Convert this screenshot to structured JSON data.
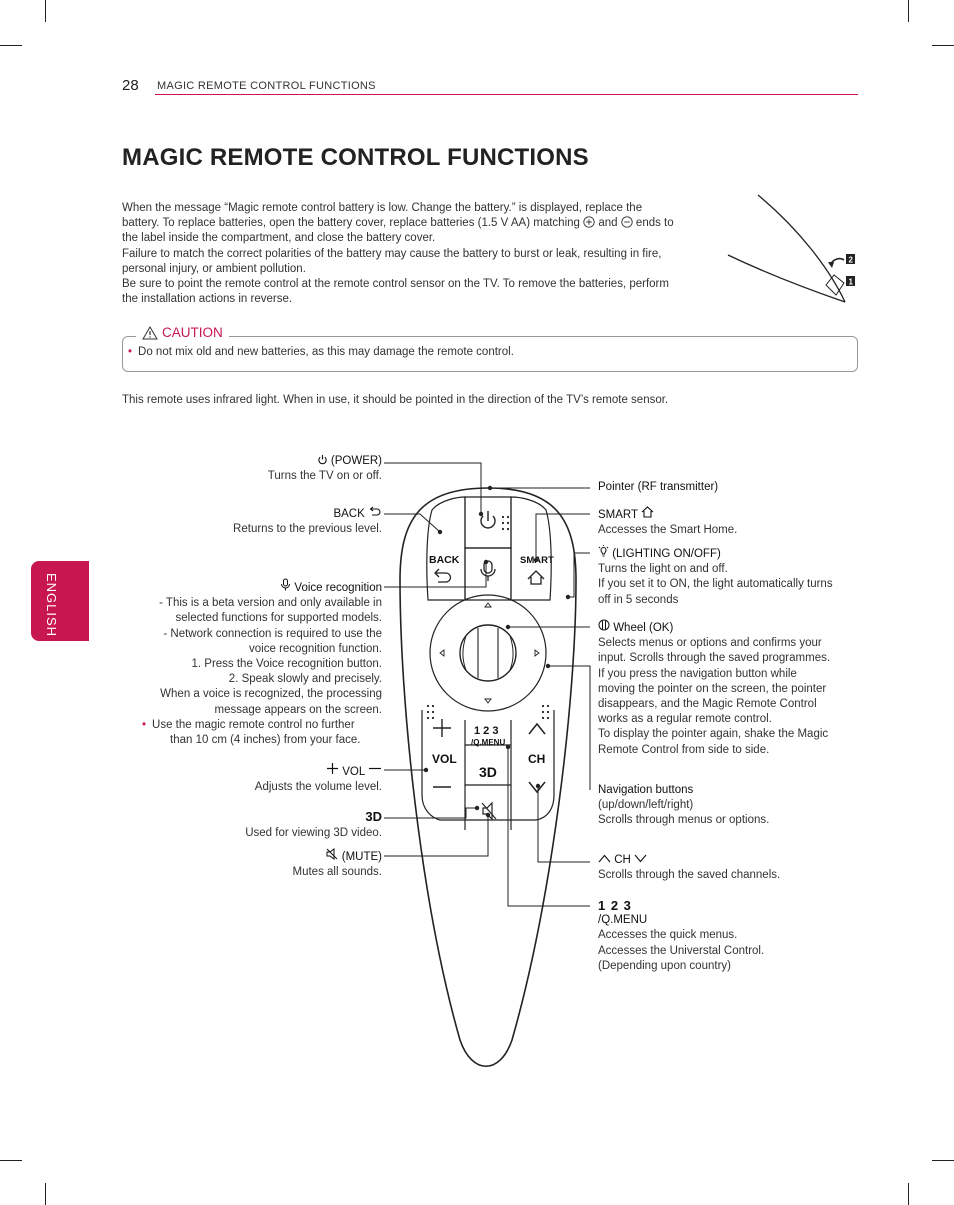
{
  "header": {
    "page_number": "28",
    "running_title": "MAGIC REMOTE CONTROL FUNCTIONS"
  },
  "title": "MAGIC REMOTE CONTROL FUNCTIONS",
  "intro": {
    "line1": "When the message “Magic remote control battery is low. Change the battery.” is displayed, replace the",
    "line2a": "battery. To replace batteries, open the battery cover, replace batteries (1.5 V AA) matching",
    "line2b": "and",
    "line2c": "ends to",
    "line3": "the label inside the compartment, and close the battery cover.",
    "line4": "Failure to match the correct polarities of the battery may cause the battery to burst or leak, resulting in fire,",
    "line5": "personal injury, or ambient pollution.",
    "line6": "Be sure to point the remote control at the remote control sensor on the TV. To remove the batteries, perform",
    "line7": "the installation actions in reverse."
  },
  "battery_figure": {
    "step1": "1",
    "step2": "2"
  },
  "caution": {
    "label": "CAUTION",
    "bullet": "•",
    "text": "Do not mix old and new batteries, as this may damage the remote control."
  },
  "ir_note": "This remote uses infrared light. When in use, it should be pointed in the direction of the TV’s remote sensor.",
  "side_tab": "ENGLISH",
  "remote_buttons": {
    "back": "BACK",
    "smart": "SMART",
    "vol": "VOL",
    "ch": "CH",
    "qmenu_top": "1 2 3",
    "qmenu_bottom": "/Q.MENU",
    "threed": "3D"
  },
  "labels": {
    "power": {
      "title": "(POWER)",
      "desc": "Turns the TV on or off."
    },
    "back": {
      "title": "BACK",
      "desc": "Returns to the previous level."
    },
    "voice": {
      "title": "Voice recognition",
      "lines": [
        "- This is a beta version and only available in",
        "selected functions for supported models.",
        "- Network connection is required to use the",
        "voice recognition function.",
        "1. Press the Voice recognition button.",
        "2. Speak slowly and precisely.",
        "When a voice is recognized, the processing",
        "message appears on the screen."
      ],
      "bullet": "•",
      "bullet_line1": "Use the magic remote control no further",
      "bullet_line2": "than 10 cm (4 inches) from your face."
    },
    "vol": {
      "title": "VOL",
      "desc": "Adjusts the volume level."
    },
    "threed": {
      "title": "3D",
      "desc": "Used for viewing 3D video."
    },
    "mute": {
      "title": "(MUTE)",
      "desc": "Mutes all sounds."
    },
    "pointer": {
      "title": "Pointer (RF transmitter)"
    },
    "smart": {
      "title": "SMART",
      "desc": "Accesses the Smart Home."
    },
    "lighting": {
      "title": "(LIGHTING ON/OFF)",
      "line1": "Turns the light on and off.",
      "line2": "If you set it to ON, the light automatically turns",
      "line3": "off in 5 seconds"
    },
    "wheel": {
      "title": "Wheel (OK)",
      "lines": [
        "Selects menus or options and confirms your",
        "input. Scrolls through the saved programmes.",
        "If you press the navigation button while",
        "moving the pointer on the screen, the pointer",
        "disappears, and the Magic Remote Control",
        "works as a regular remote control.",
        "To display the pointer again, shake the Magic",
        "Remote Control from side to side."
      ]
    },
    "nav": {
      "title": "Navigation buttons",
      "line1": "(up/down/left/right)",
      "line2": "Scrolls through menus or options."
    },
    "ch": {
      "title": "CH",
      "desc": "Scrolls through the saved channels."
    },
    "qmenu": {
      "digits": "1 2 3",
      "title": "/Q.MENU",
      "line1": "Accesses the quick menus.",
      "line2": "Accesses the Universtal Control.",
      "line3": "(Depending upon country)"
    }
  }
}
